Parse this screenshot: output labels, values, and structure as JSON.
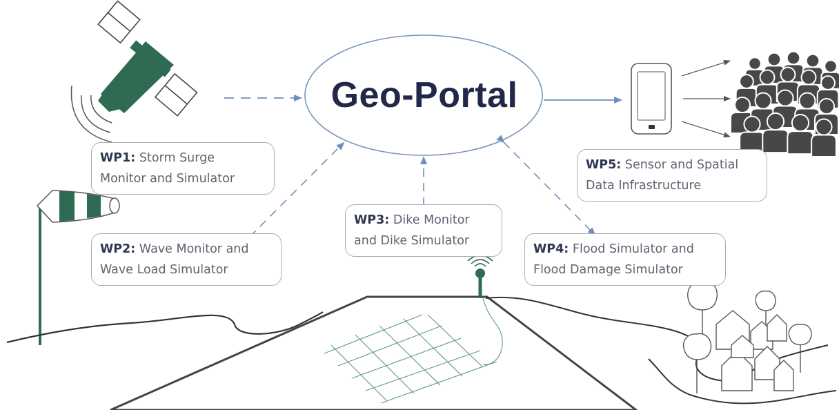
{
  "portal": {
    "label": "Geo-Portal"
  },
  "work_packages": [
    {
      "key": "WP1:",
      "line1": "Storm Surge",
      "line2": "Monitor and Simulator"
    },
    {
      "key": "WP2:",
      "line1": "Wave Monitor and",
      "line2": "Wave Load Simulator"
    },
    {
      "key": "WP3:",
      "line1": "Dike Monitor",
      "line2": "and Dike Simulator"
    },
    {
      "key": "WP4:",
      "line1": "Flood Simulator and",
      "line2": "Flood Damage Simulator"
    },
    {
      "key": "WP5:",
      "line1": "Sensor and Spatial",
      "line2": "Data Infrastructure"
    }
  ],
  "colors": {
    "satellite_green": "#2e6b52",
    "arrow_blue": "#6f8fbf",
    "dark_text": "#22284a",
    "people_gray": "#474747"
  },
  "icons": [
    "satellite-icon",
    "windsock-icon",
    "smartphone-icon",
    "crowd-icon",
    "sensor-antenna-icon",
    "dike-icon",
    "village-icon"
  ]
}
